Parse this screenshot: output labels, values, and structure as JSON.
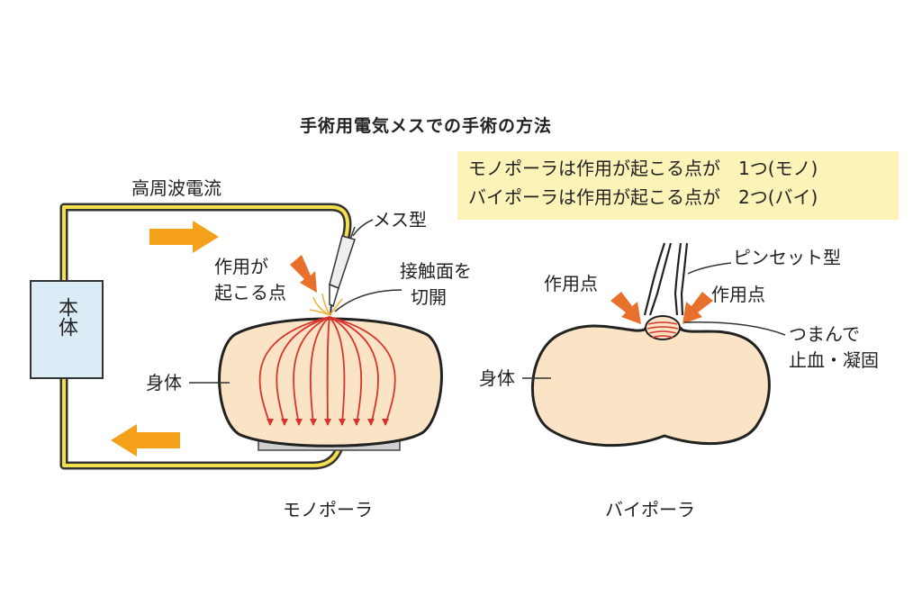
{
  "title": "手術用電気メスでの手術の方法",
  "info_box": {
    "line1": "モノポーラは作用が起こる点が　1つ(モノ)",
    "line2": "バイポーラは作用が起こる点が　2つ(バイ)"
  },
  "monopolar": {
    "caption": "モノポーラ",
    "current_label": "高周波電流",
    "main_unit_label": "本体",
    "body_label": "身体",
    "scalpel_label": "メス型",
    "action_label_line1": "作用が",
    "action_label_line2": "起こる点",
    "contact_label_line1": "接触面を",
    "contact_label_line2": "切開"
  },
  "bipolar": {
    "caption": "バイポーラ",
    "body_label": "身体",
    "tweezer_label": "ピンセット型",
    "action_point_left": "作用点",
    "action_point_right": "作用点",
    "grip_label_line1": "つまんで",
    "grip_label_line2": "止血・凝固"
  },
  "colors": {
    "arrow_orange": "#f5a01a",
    "field_red": "#d9342b",
    "body_fill": "#fbe3c6",
    "box_fill": "#fcf3b8",
    "unit_fill": "#dcecf7",
    "wire_yellow": "#f4e04d"
  }
}
